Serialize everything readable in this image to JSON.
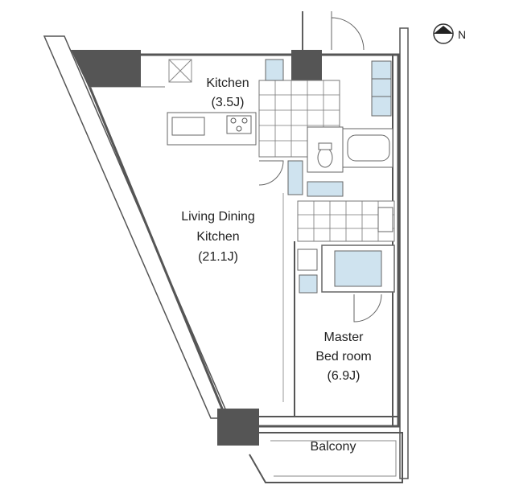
{
  "rooms": {
    "kitchen": {
      "name": "Kitchen",
      "size": "(3.5J)"
    },
    "ldk": {
      "name_line1": "Living Dining",
      "name_line2": "Kitchen",
      "size": "(21.1J)"
    },
    "master": {
      "name_line1": "Master",
      "name_line2": "Bed room",
      "size": "(6.9J)"
    },
    "balcony": {
      "name": "Balcony"
    }
  },
  "compass": {
    "label": "N"
  },
  "colors": {
    "column": "#555555",
    "fixture": "#cfe3ef",
    "wall_line": "#555555"
  }
}
